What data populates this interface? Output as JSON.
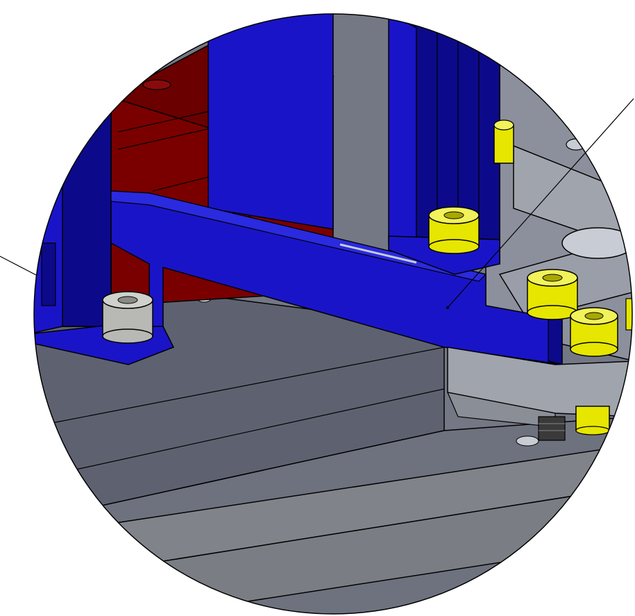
{
  "view": {
    "kind": "cad-detail-view",
    "shape": "circular-magnified-detail",
    "leader_lines": 2,
    "text_labels": []
  },
  "colors": {
    "background": "#ffffff",
    "outline": "#000000",
    "blue_part": "#1a14c8",
    "blue_part_dark": "#0c0a8a",
    "blue_part_light": "#2a2ae0",
    "red_part": "#7a0000",
    "red_part_dark": "#5a0000",
    "plate_light": "#8c909c",
    "plate_mid": "#747884",
    "plate_dark": "#5e6270",
    "plate_bottom": "#80848a",
    "screw_yellow": "#e6e600",
    "screw_yellow_dark": "#a8a800",
    "screw_grey": "#b8b8b4",
    "block_grey": "#a0a4ac"
  },
  "parts": [
    {
      "id": "red-block",
      "color_key": "red_part"
    },
    {
      "id": "blue-bracket",
      "color_key": "blue_part"
    },
    {
      "id": "blue-upright",
      "color_key": "blue_part"
    },
    {
      "id": "base-plate",
      "color_key": "plate_mid"
    },
    {
      "id": "grey-block",
      "color_key": "block_grey"
    },
    {
      "id": "screw-grey-left",
      "color_key": "screw_grey"
    },
    {
      "id": "screw-yellow-center",
      "color_key": "screw_yellow"
    },
    {
      "id": "screw-yellow-right-1",
      "color_key": "screw_yellow"
    },
    {
      "id": "screw-yellow-right-2",
      "color_key": "screw_yellow"
    },
    {
      "id": "screw-yellow-top",
      "color_key": "screw_yellow"
    },
    {
      "id": "screw-yellow-lower",
      "color_key": "screw_yellow"
    }
  ]
}
